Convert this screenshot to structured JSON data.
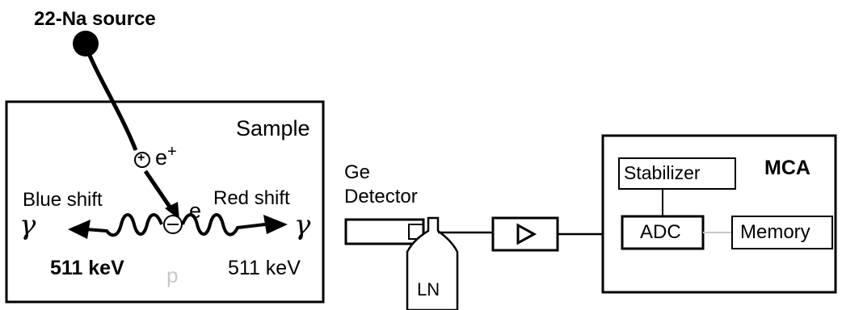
{
  "source": {
    "label": "22-Na source"
  },
  "sample_box": {
    "title": "Sample",
    "positron": {
      "symbol": "+",
      "label": "e",
      "superscript": "+"
    },
    "electron": {
      "symbol": "−",
      "label": "e"
    },
    "p_label": "p",
    "blue_shift": "Blue shift",
    "red_shift": "Red shift",
    "gamma_left": "γ",
    "gamma_right": "γ",
    "energy_left": "511 keV",
    "energy_right": "511 keV"
  },
  "detector": {
    "label_line1": "Ge",
    "label_line2": "Detector",
    "dewar_label": "LN"
  },
  "amplifier": {
    "symbol": "triangle-icon"
  },
  "mca_box": {
    "title": "MCA",
    "stabilizer": "Stabilizer",
    "adc": "ADC",
    "memory": "Memory"
  },
  "colors": {
    "line": "#000000",
    "faint": "#c8c8c8"
  }
}
